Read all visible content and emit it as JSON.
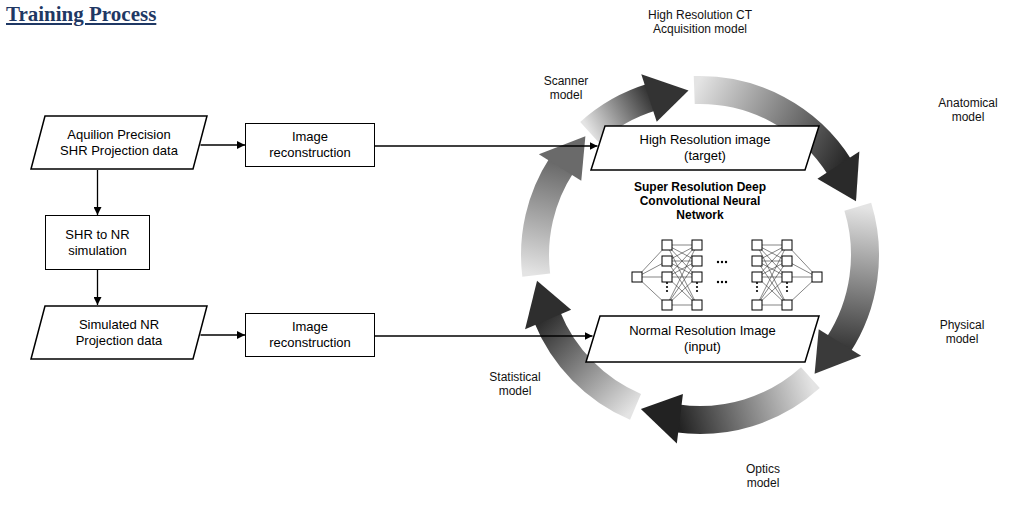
{
  "diagram": {
    "title": "Training Process",
    "nodes": [
      {
        "text": [
          "Aquilion Precision SHR Projection data"
        ]
      },
      {
        "text": [
          "Image reconstruction"
        ]
      },
      {
        "text": [
          "High Resolution image (target)"
        ]
      },
      {
        "text": [
          "SHR to NR simulation"
        ]
      },
      {
        "text": [
          "Simulated NR Projection data"
        ]
      },
      {
        "text": [
          "Image reconstruction"
        ]
      },
      {
        "text": [
          "Normal Resolution Image (input)"
        ]
      }
    ],
    "edges": [
      {
        "from": 0,
        "to": 1,
        "arrow": "to"
      },
      {
        "from": 1,
        "to": 2,
        "arrow": "to"
      },
      {
        "from": 0,
        "to": 3,
        "arrow": "to"
      },
      {
        "from": 3,
        "to": 4,
        "arrow": "to"
      },
      {
        "from": 4,
        "to": 5,
        "arrow": "to"
      },
      {
        "from": 5,
        "to": 6,
        "arrow": "to"
      }
    ],
    "labels": [
      "High Resolution CT Acquisition model",
      "Scanner model",
      "Anatomical model",
      "Super Resolution Deep Convolutional Neural Network",
      "Statistical model",
      "Physical model",
      "Optics model"
    ]
  }
}
